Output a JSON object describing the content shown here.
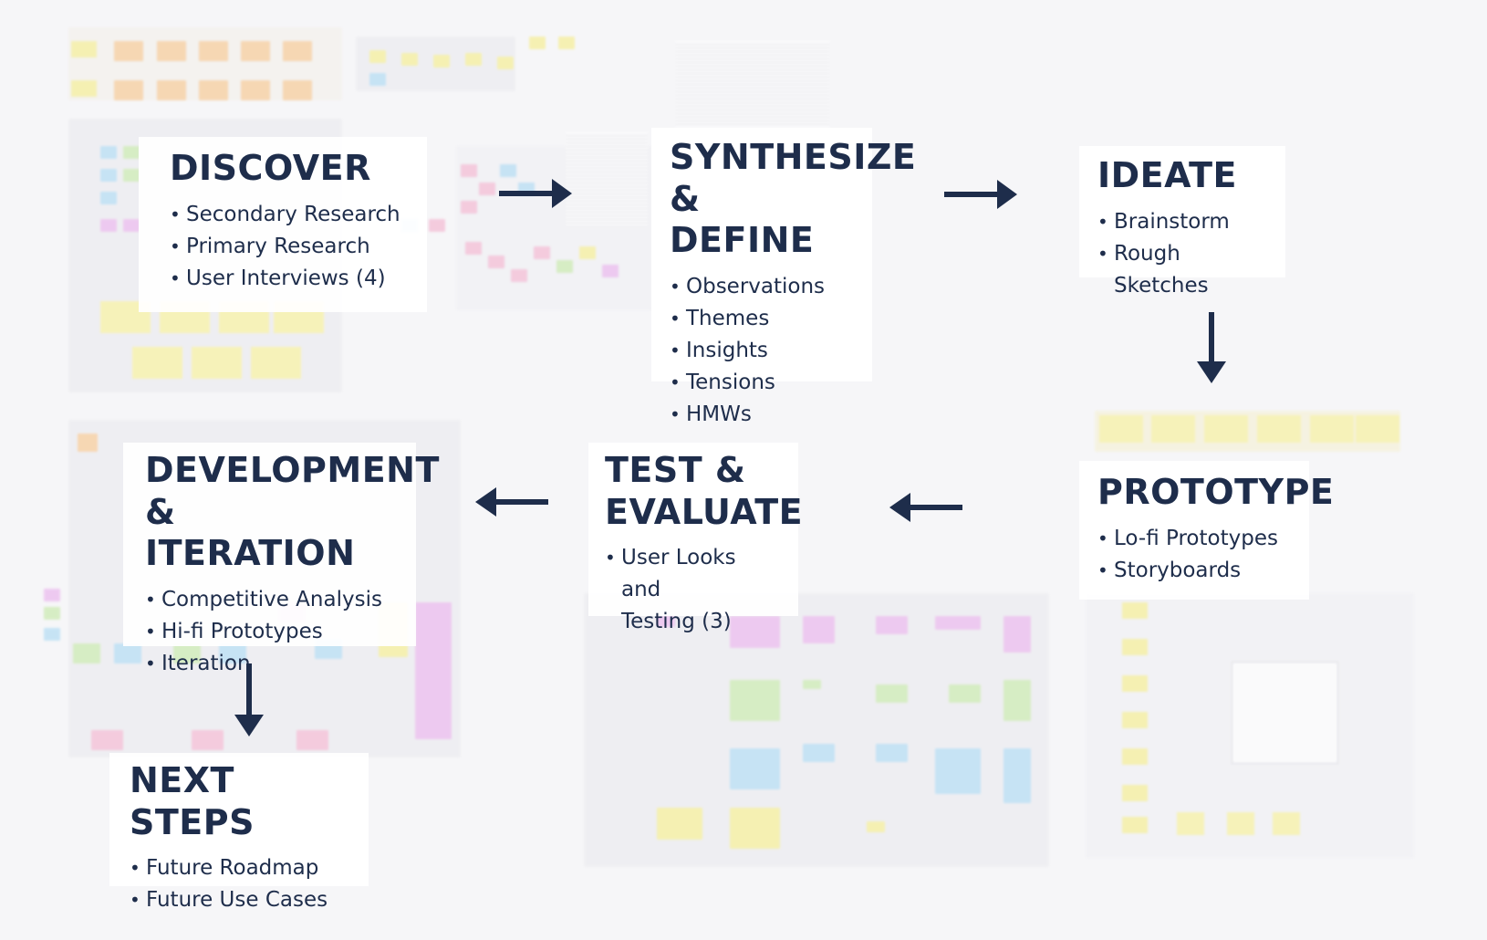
{
  "stages": [
    {
      "id": "discover",
      "title": "DISCOVER",
      "items": [
        "Secondary Research",
        "Primary Research",
        "User Interviews (4)"
      ]
    },
    {
      "id": "synthesize",
      "title": "SYNTHESIZE\n& DEFINE",
      "items": [
        "Observations",
        "Themes",
        "Insights",
        "Tensions",
        "HMWs"
      ]
    },
    {
      "id": "ideate",
      "title": "IDEATE",
      "items": [
        "Brainstorm",
        "Rough Sketches"
      ]
    },
    {
      "id": "prototype",
      "title": "PROTOTYPE",
      "items": [
        "Lo-fi Prototypes",
        "Storyboards"
      ]
    },
    {
      "id": "test",
      "title": "TEST &\nEVALUATE",
      "items": [
        "User Looks and\nTesting (3)"
      ]
    },
    {
      "id": "development",
      "title": "DEVELOPMENT\n& ITERATION",
      "items": [
        "Competitive Analysis",
        "Hi-fi Prototypes",
        "Iteration"
      ]
    },
    {
      "id": "next",
      "title": "NEXT STEPS",
      "items": [
        "Future Roadmap",
        "Future Use Cases"
      ]
    }
  ],
  "colors": {
    "text": "#1e2d4b",
    "arrow": "#1e2d4b"
  }
}
